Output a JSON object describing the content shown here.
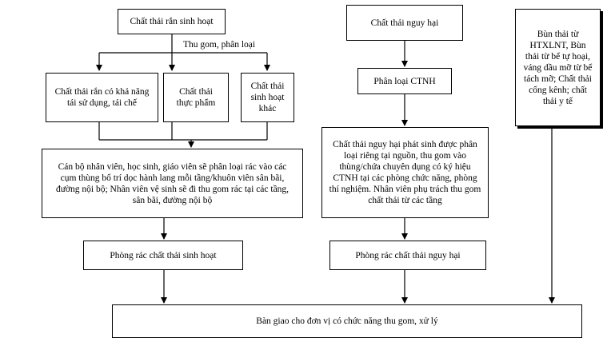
{
  "left": {
    "title": "Chất thải  rắn sinh hoạt",
    "collect_label": "Thu gom, phân loại",
    "categories": [
      "Chất thải rắn có khả năng\ntái sử dụng, tái chế",
      "Chất thải\nthực phẩm",
      "Chất thải\nsinh hoạt\nkhác"
    ],
    "process": "Cán bộ nhân viên, học sinh, giáo viên sẽ phân loại  rác vào các\ncụm thùng bố trí dọc hành lang mỗi  tầng/khuôn viên sân bãi,\nđường nội bộ; Nhân viên vệ sinh sẽ đi thu gom rác tại  các tầng,\nsân bãi, đường nội bộ",
    "room": "Phòng rác chất thải sinh hoạt"
  },
  "middle": {
    "title": "Chất thải nguy hại",
    "classify": "Phân loại CTNH",
    "process": "Chất thải nguy hại phát sinh được phân\nloại riêng tại nguồn, thu gom vào\nthùng/chứa chuyên dụng có ký hiệu\nCTNH tại các phòng chức năng, phòng\nthí nghiệm. Nhân viên phụ trách thu gom\nchất thải từ các tầng",
    "room": "Phòng rác chất thải nguy hại"
  },
  "right": {
    "text": "Bùn thải từ\nHTXLNT, Bùn\nthải từ bể tự hoại,\nváng dầu mỡ từ bể\ntách mỡ; Chất thải\ncống kênh; chất\nthải y tế"
  },
  "bottom": {
    "handover": "Bàn giao cho đơn vị có chức năng thu gom, xử lý"
  }
}
